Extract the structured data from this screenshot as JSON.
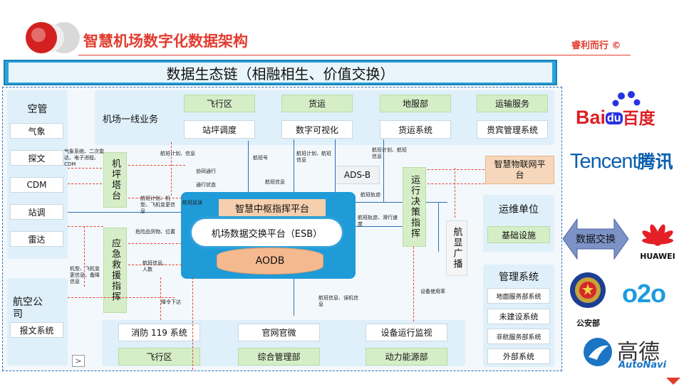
{
  "header": {
    "title": "智慧机场数字化数据架构",
    "brand": "睿利而行 ©",
    "banner": "数据生态链（相融相生、价值交换）"
  },
  "left": {
    "kongguan_title": "空管",
    "kongguan_items": [
      "气象",
      "探文",
      "CDM",
      "站调",
      "雷达"
    ],
    "hangkong_title": "航空公司",
    "baowen": "报文系统"
  },
  "airport": {
    "title": "机场一线业务",
    "top_cols": [
      {
        "head": "飞行区",
        "sub": "站坪调度"
      },
      {
        "head": "货运",
        "sub": "数字可视化"
      },
      {
        "head": "地服部",
        "sub": "货运系统"
      },
      {
        "head": "运输服务",
        "sub": "贵宾管理系统"
      }
    ]
  },
  "mid": {
    "jiping": "机坪塔台",
    "yingji": "应急救援指挥",
    "hub_title": "智慧中枢指挥平台",
    "esb": "机场数据交换平台（ESB）",
    "aodb": "AODB",
    "adsb": "ADS-B",
    "yunxing": "运行决策指挥",
    "hangxian": "航显广播",
    "iot": "智慧物联网平台"
  },
  "annotations": {
    "a1": "气象系统、二次雷达、电子进程、CDM",
    "a2": "航班计划、信息",
    "a3": "协同通行",
    "a4": "通行状态",
    "a5": "航班号",
    "a6": "航班计划、航班信息",
    "a7": "航班计划、航班信息",
    "a8": "航班信息",
    "a9": "航班轨迹",
    "a10": "航班计划、机型、飞机变更信息",
    "a11": "航班延误",
    "a12": "航班轨迹、滑行速度",
    "a13": "危险品货物、位置",
    "a14": "航班信息、人数",
    "a15": "机型、飞机变更信息、备降信息",
    "a16": "降令下达",
    "a17": "航班信息、误机信息",
    "a18": "设备使用率"
  },
  "bottom": {
    "row1": [
      "消防 119 系统",
      "官网官微",
      "设备运行监视"
    ],
    "row2": [
      "飞行区",
      "综合管理部",
      "动力能源部"
    ]
  },
  "right": {
    "ops_title": "运维单位",
    "ops_item": "基础设施",
    "mgmt_title": "管理系统",
    "mgmt_items": [
      "地面服务部系统",
      "未建设系统",
      "非航服务部系统",
      "外部系统"
    ]
  },
  "partners": {
    "baidu_en": "Bai",
    "baidu_du": "du",
    "baidu_cn": "百度",
    "tencent_en": "Tencent",
    "tencent_cn": "腾讯",
    "exchange": "数据交换",
    "huawei": "HUAWEI",
    "police": "公安部",
    "o2o": "o2o",
    "gaode_cn": "高德",
    "gaode_en": "AutoNavi"
  },
  "nav": {
    "next": ">"
  },
  "colors": {
    "accent_red": "#e23b2e",
    "blue": "#1f9bd8",
    "green": "#d6eec8",
    "orange": "#f6cfae"
  }
}
